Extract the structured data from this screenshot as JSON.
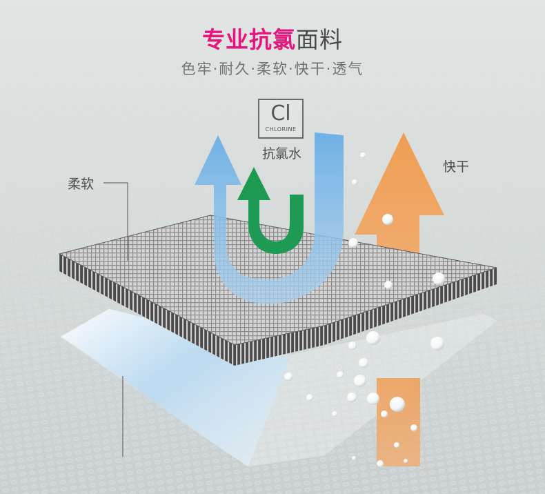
{
  "heading": {
    "accent": "专业抗氯",
    "rest": "面料"
  },
  "subtitle": "色牢·耐久·柔软·快干·透气",
  "chlorine_badge": {
    "symbol": "Cl",
    "name": "CHLORINE"
  },
  "labels": {
    "water": "抗氯水",
    "dry": "快干",
    "soft": "柔软"
  },
  "colors": {
    "accent": "#e4177e",
    "blue_arrow": "#7fb9e6",
    "green_arrow": "#1f9a54",
    "orange_arrow": "#f0a05a",
    "fabric": "#7a7a7a",
    "film": "#a9cdea"
  },
  "icons": [
    "chlorine-badge-icon",
    "blue-u-arrow-icon",
    "green-u-arrow-icon",
    "orange-up-arrow-icon",
    "water-bubbles-icon"
  ]
}
